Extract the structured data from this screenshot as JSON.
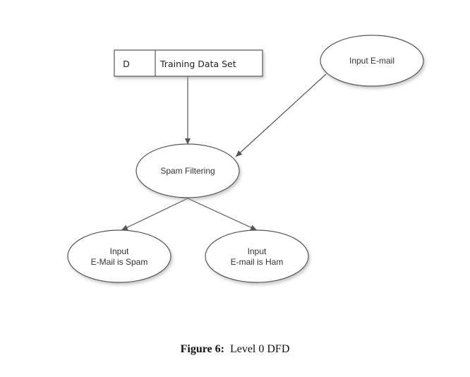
{
  "diagram": {
    "data_store": {
      "id_label": "D",
      "name": "Training Data Set"
    },
    "processes": {
      "input_email": {
        "label": "Input E-mail"
      },
      "spam_filtering": {
        "label": "Spam Filtering"
      },
      "output_spam": {
        "line1": "Input",
        "line2": "E-Mail is Spam"
      },
      "output_ham": {
        "line1": "Input",
        "line2": "E-mail is Ham"
      }
    },
    "colors": {
      "shape_fill": "#ffffff",
      "shape_stroke": "#555555",
      "edge_stroke": "#555555",
      "shadow": "#bdbdbd"
    }
  },
  "caption": {
    "label": "Figure 6:",
    "text": "Level 0 DFD"
  }
}
